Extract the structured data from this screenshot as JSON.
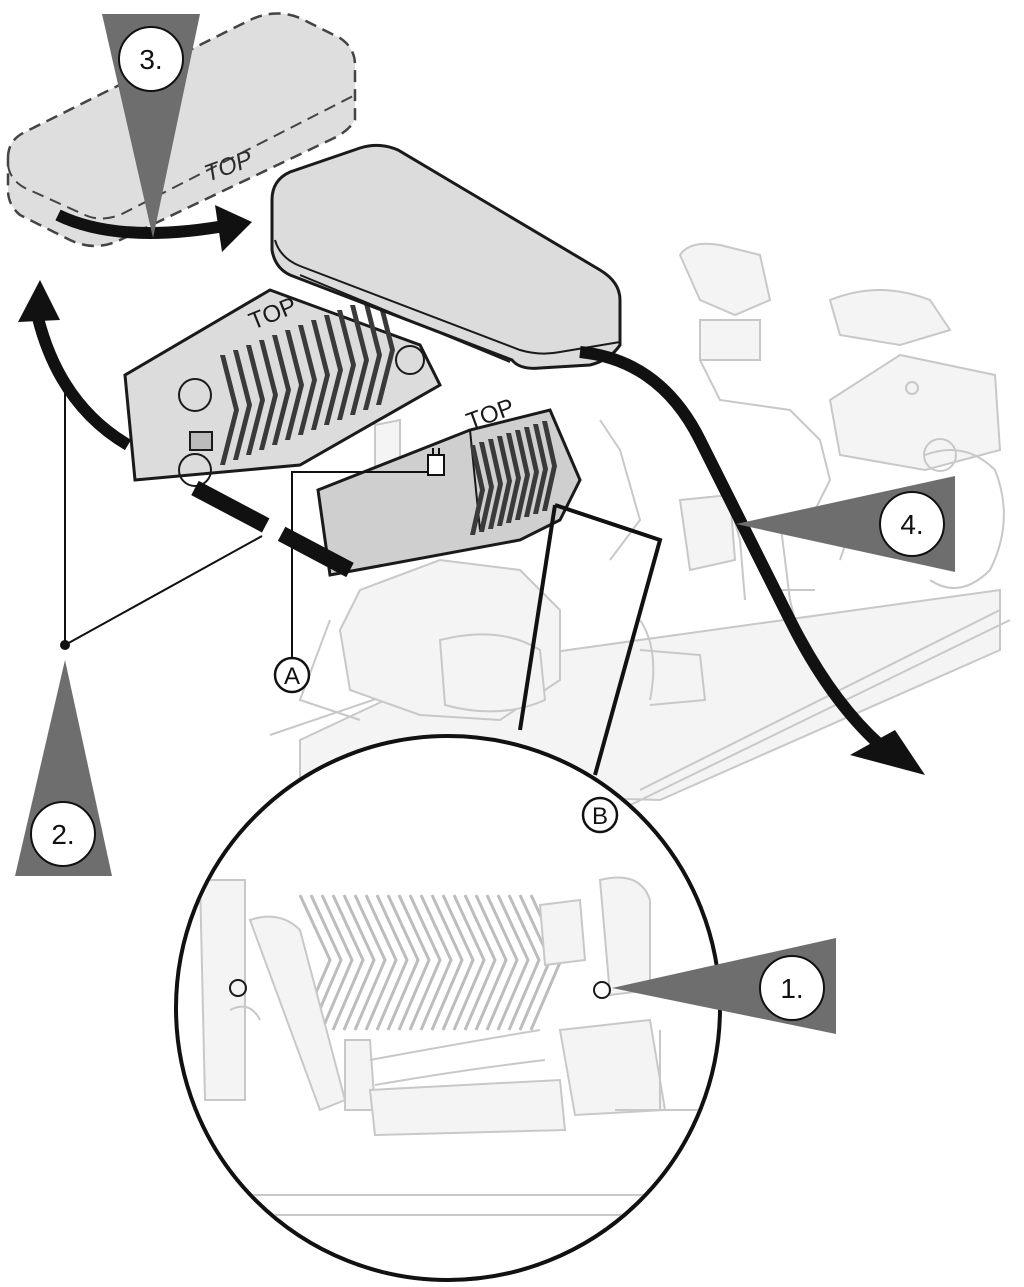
{
  "labels": {
    "top": "TOP",
    "A": "A",
    "B": "B"
  },
  "steps": [
    {
      "id": "1",
      "text": "1."
    },
    {
      "id": "2",
      "text": "2."
    },
    {
      "id": "3",
      "text": "3."
    },
    {
      "id": "4",
      "text": "4."
    }
  ],
  "colors": {
    "ink": "#1a1a1a",
    "ghost": "#c8c8c8",
    "plate": "#dcdcdc",
    "marker": "#6e6e6e",
    "arrow": "#111111"
  }
}
